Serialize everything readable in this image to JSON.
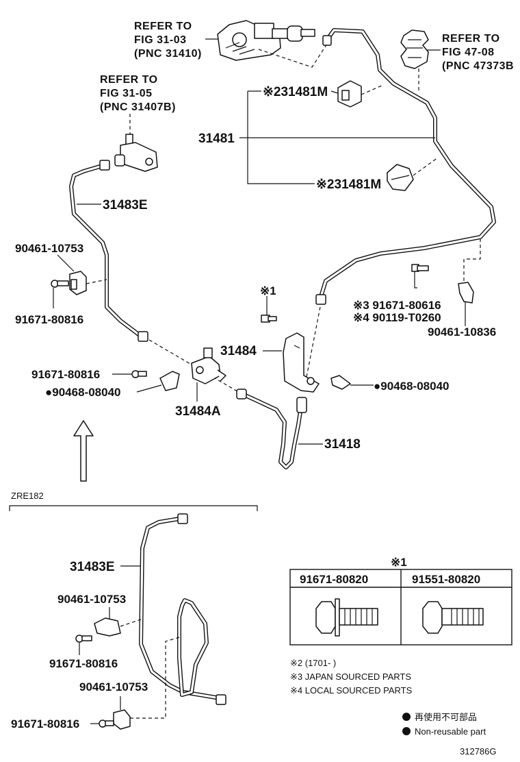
{
  "refs": {
    "fig_31_03": [
      "REFER TO",
      "FIG 31-03",
      "(PNC 31410)"
    ],
    "fig_31_05": [
      "REFER TO",
      "FIG 31-05",
      "(PNC 31407B)"
    ],
    "fig_47_08": [
      "REFER TO",
      "FIG 47-08",
      "(PNC 47373B"
    ]
  },
  "labels": {
    "p31481M_top": "※231481M",
    "p31481": "31481",
    "p31481M_bottom": "※231481M",
    "p31483E_main": "31483E",
    "p90461_10753_a": "90461-10753",
    "p91671_80816_a": "91671-80816",
    "note1_mark": "※1",
    "p91671_80616": "※3 91671-80616",
    "p90119_T0260": "※4 90119-T0260",
    "p90461_10836": "90461-10836",
    "p31484": "31484",
    "p91671_80816_b": "91671-80816",
    "p90468_08040_left": "●90468-08040",
    "p90468_08040_right": "●90468-08040",
    "p31484A": "31484A",
    "p31418": "31418"
  },
  "inset": {
    "tag": "ZRE182",
    "p31483E": "31483E",
    "p90461_10753_a": "90461-10753",
    "p91671_80816_a": "91671-80816",
    "p90461_10753_b": "90461-10753",
    "p91671_80816_b": "91671-80816"
  },
  "table": {
    "mark": "※1",
    "col1": "91671-80820",
    "col2": "91551-80820"
  },
  "notes": {
    "n2": "※2 (1701-      )",
    "n3": "※3 JAPAN SOURCED PARTS",
    "n4": "※4 LOCAL SOURCED PARTS"
  },
  "legend": {
    "jp": "再使用不可部品",
    "en": "Non-reusable part"
  },
  "figure_id": "312786G"
}
